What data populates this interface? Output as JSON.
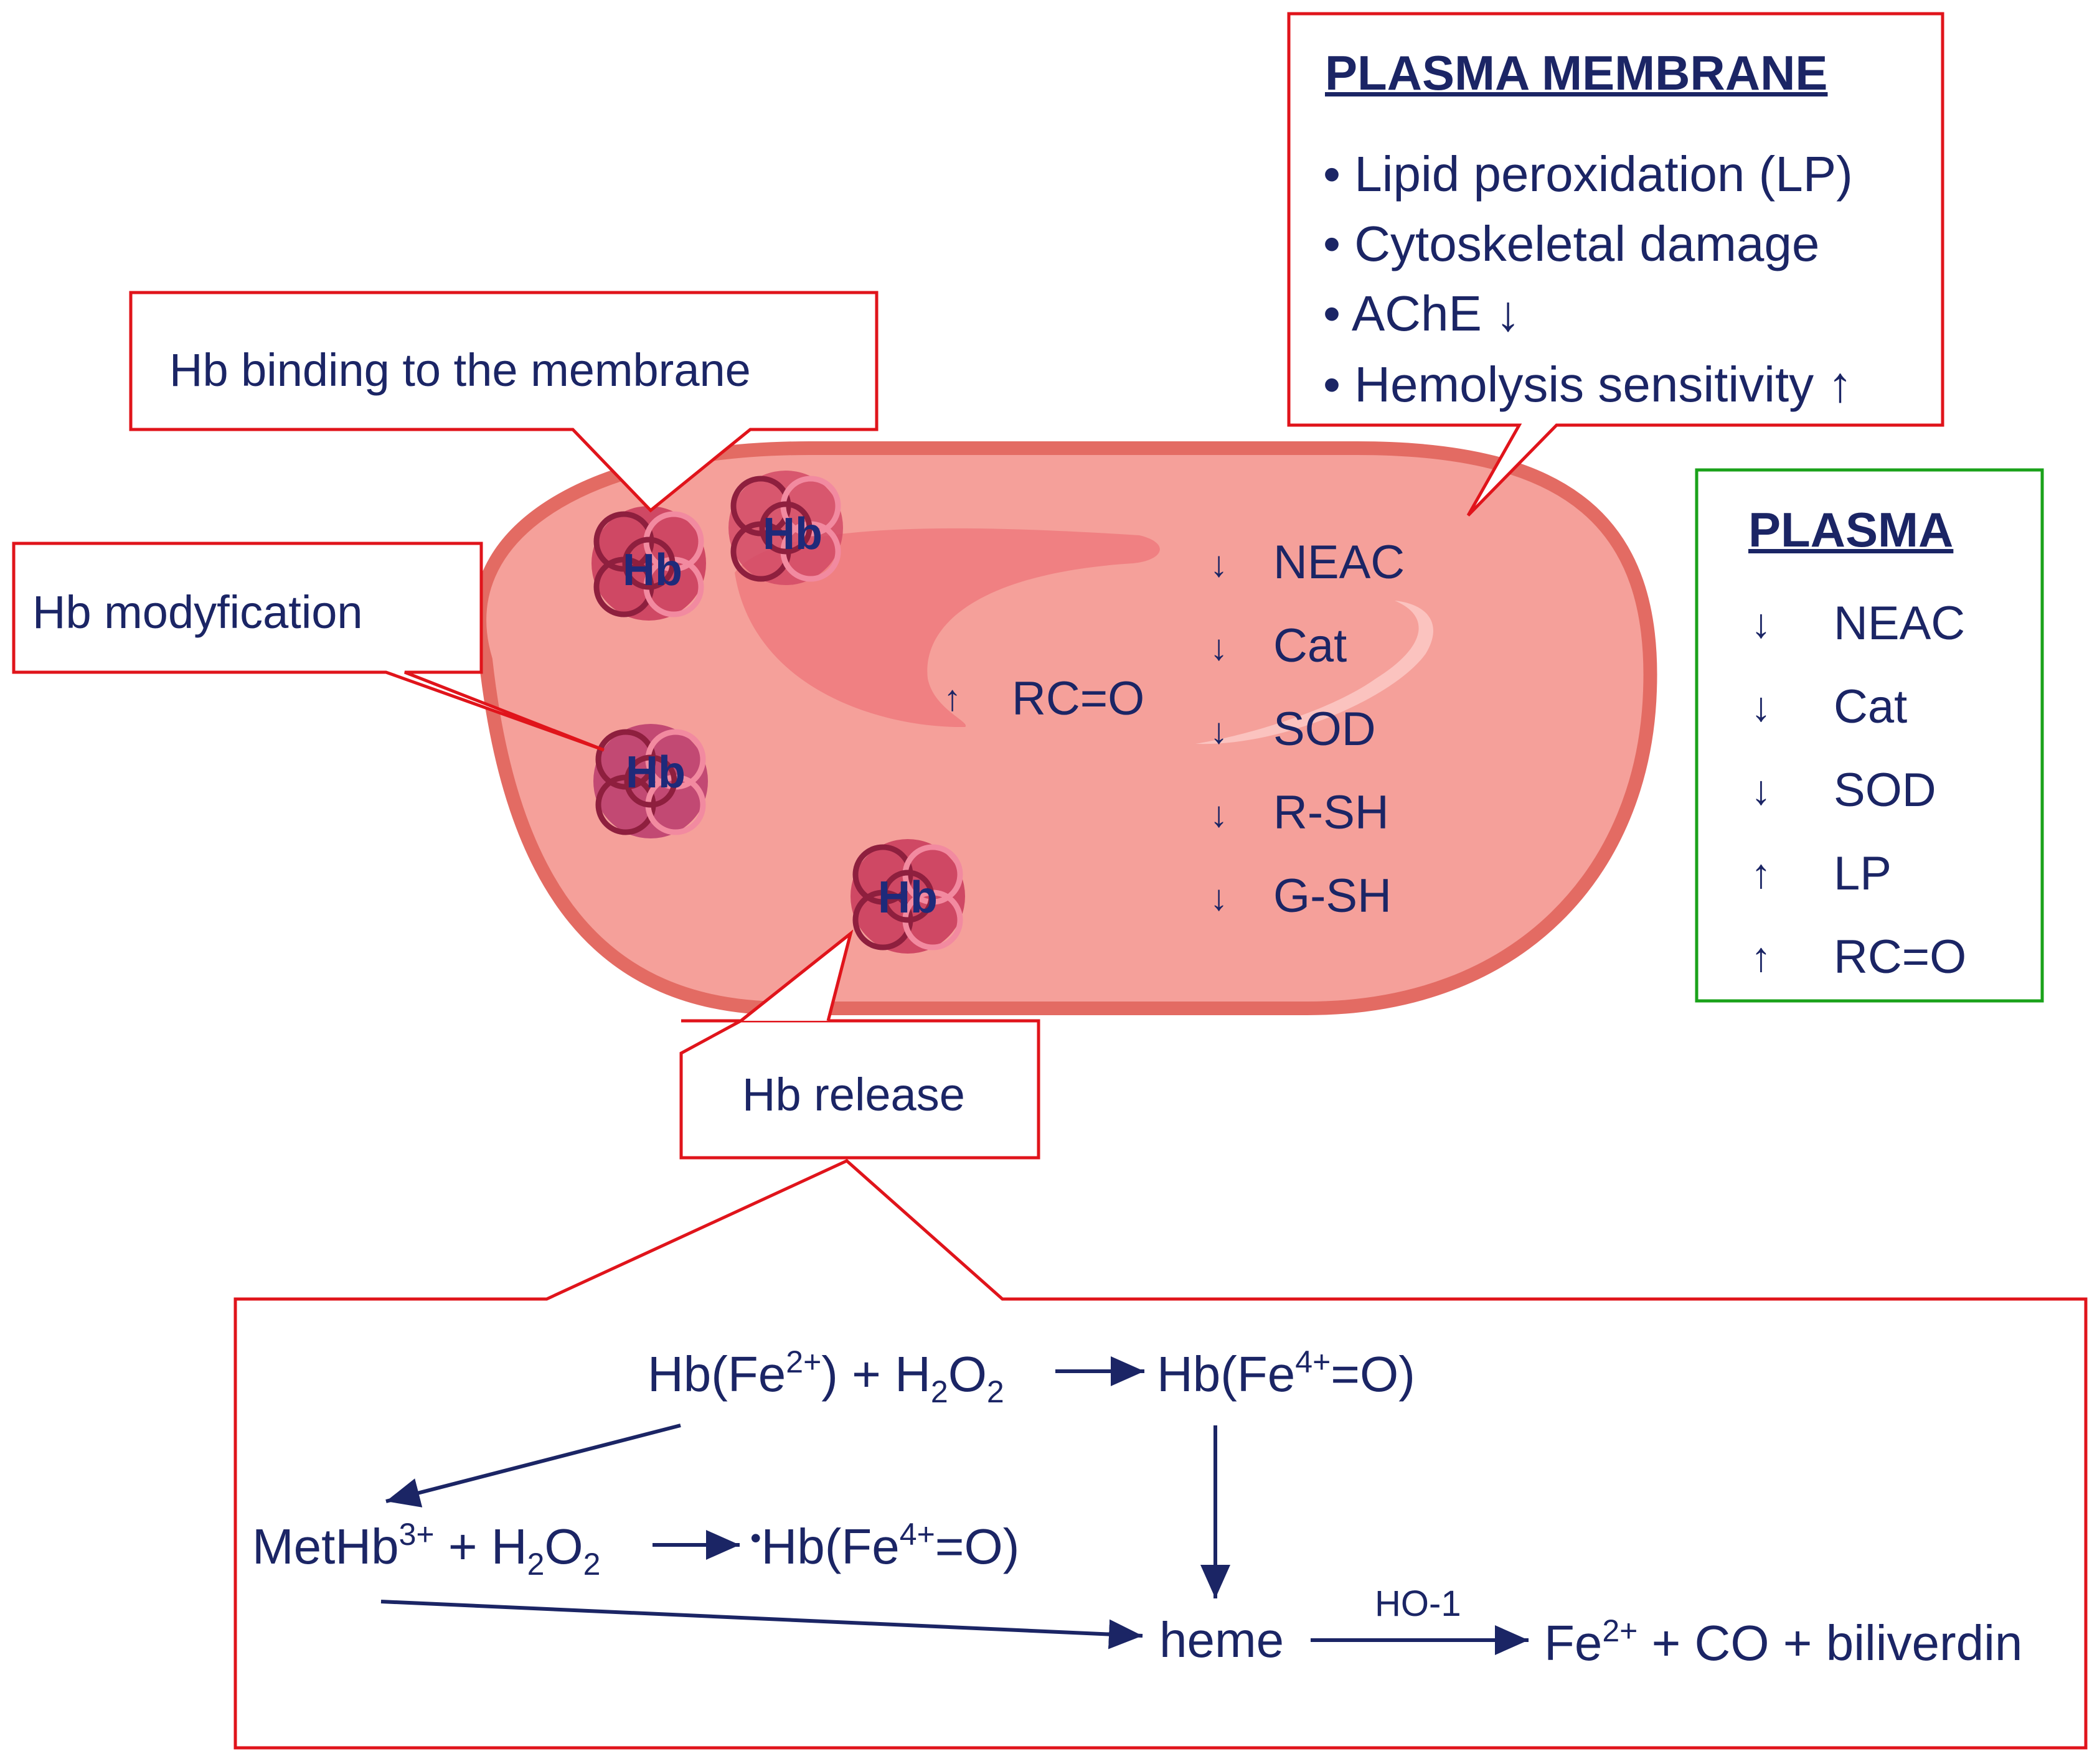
{
  "callouts": {
    "binding": "Hb binding to the membrane",
    "modification": "Hb modyfication",
    "release": "Hb release"
  },
  "membrane_box": {
    "title": "PLASMA MEMBRANE",
    "items": [
      "• Lipid peroxidation (LP)",
      "• Cytoskeletal damage",
      "• AChE ↓",
      "• Hemolysis sensitivity ↑"
    ]
  },
  "plasma_box": {
    "title": "PLASMA",
    "items": [
      {
        "arrow": "↓",
        "label": "NEAC"
      },
      {
        "arrow": "↓",
        "label": "Cat"
      },
      {
        "arrow": "↓",
        "label": "SOD"
      },
      {
        "arrow": "↑",
        "label": "LP"
      },
      {
        "arrow": "↑",
        "label": "RC=O"
      }
    ]
  },
  "cell": {
    "rc_arrow": "↑",
    "rc_label": "RC=O",
    "markers": [
      {
        "arrow": "↓",
        "label": "NEAC"
      },
      {
        "arrow": "↓",
        "label": "Cat"
      },
      {
        "arrow": "↓",
        "label": "SOD"
      },
      {
        "arrow": "↓",
        "label": "R-SH"
      },
      {
        "arrow": "↓",
        "label": "G-SH"
      }
    ],
    "hb_label": "Hb"
  },
  "reactions": {
    "r1_hb": "Hb(Fe",
    "r1_sup": "2+",
    "r1_mid": ") + H",
    "r1_sub1": "2",
    "r1_o": "O",
    "r1_sub2": "2",
    "r1_product": "Hb(Fe",
    "r1_product_sup": "4+",
    "r1_product_end": "=O)",
    "r2_met": "MetHb",
    "r2_sup": "3+",
    "r2_mid": " + H",
    "r2_sub1": "2",
    "r2_o": "O",
    "r2_sub2": "2",
    "r2_dot": "•",
    "r2_product": "Hb(Fe",
    "r2_product_sup": "4+",
    "r2_product_end": "=O)",
    "heme": "heme",
    "enzyme": "HO-1",
    "fe": "Fe",
    "fe_sup": "2+",
    "products_end": " + CO + biliverdin"
  },
  "colors": {
    "callout_border": "#e0141b",
    "plasma_border": "#1aa21a",
    "text": "#1b2565",
    "cell_fill": "#f5a09a",
    "cell_border": "#e36b63",
    "hb_fill": "#c8385a"
  }
}
